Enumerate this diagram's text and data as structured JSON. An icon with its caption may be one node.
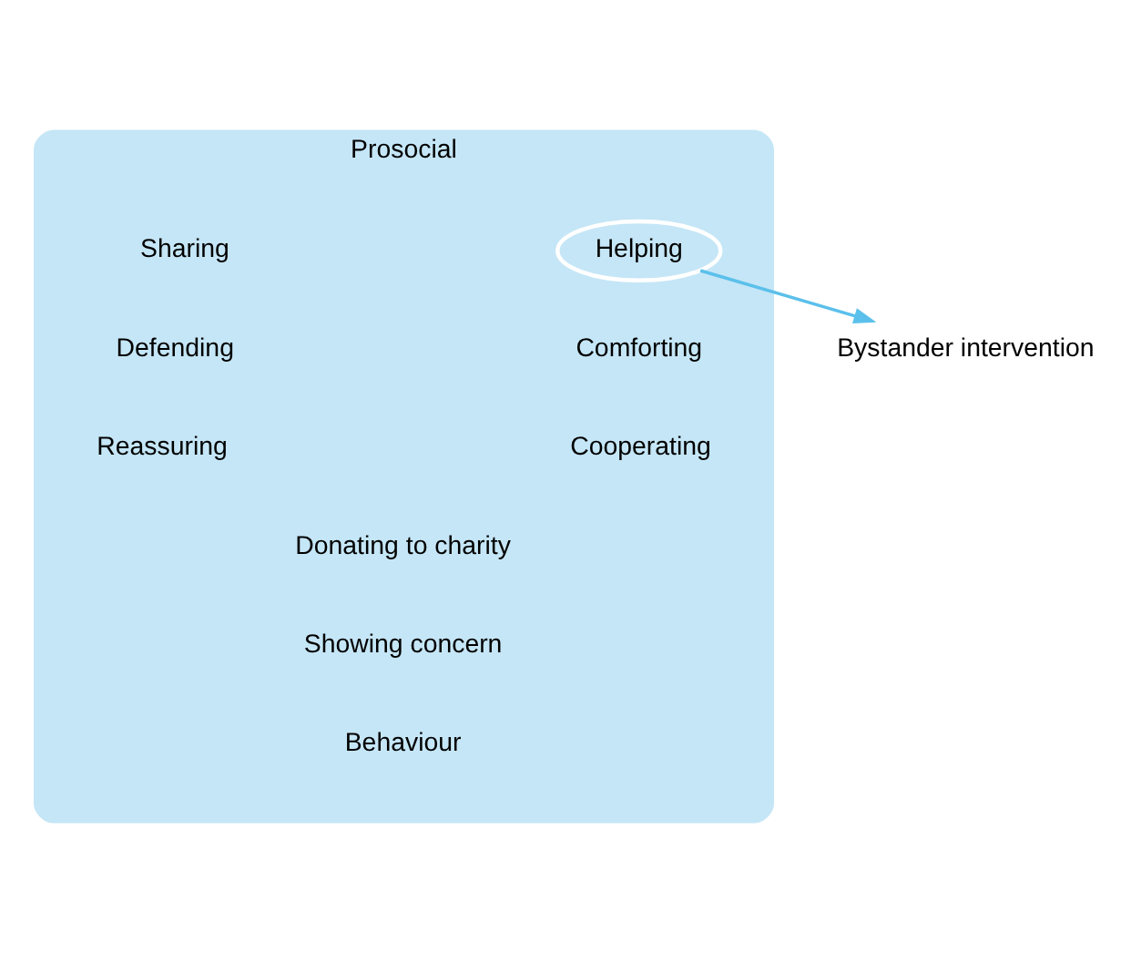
{
  "diagram": {
    "nodes": [
      {
        "text": [
          "Prosocial",
          "Behaviour"
        ]
      },
      {
        "text": [
          "Helping"
        ],
        "in": 0
      },
      {
        "text": [
          "Bystander intervention"
        ]
      }
    ],
    "edges": [
      {
        "from": 1,
        "to": 2,
        "arrow": "to",
        "color": "#5bc0eb"
      }
    ],
    "labels": [
      "Sharing",
      "Comforting",
      "Defending",
      "Cooperating",
      "Reassuring",
      "Donating to charity",
      "Showing concern"
    ]
  }
}
